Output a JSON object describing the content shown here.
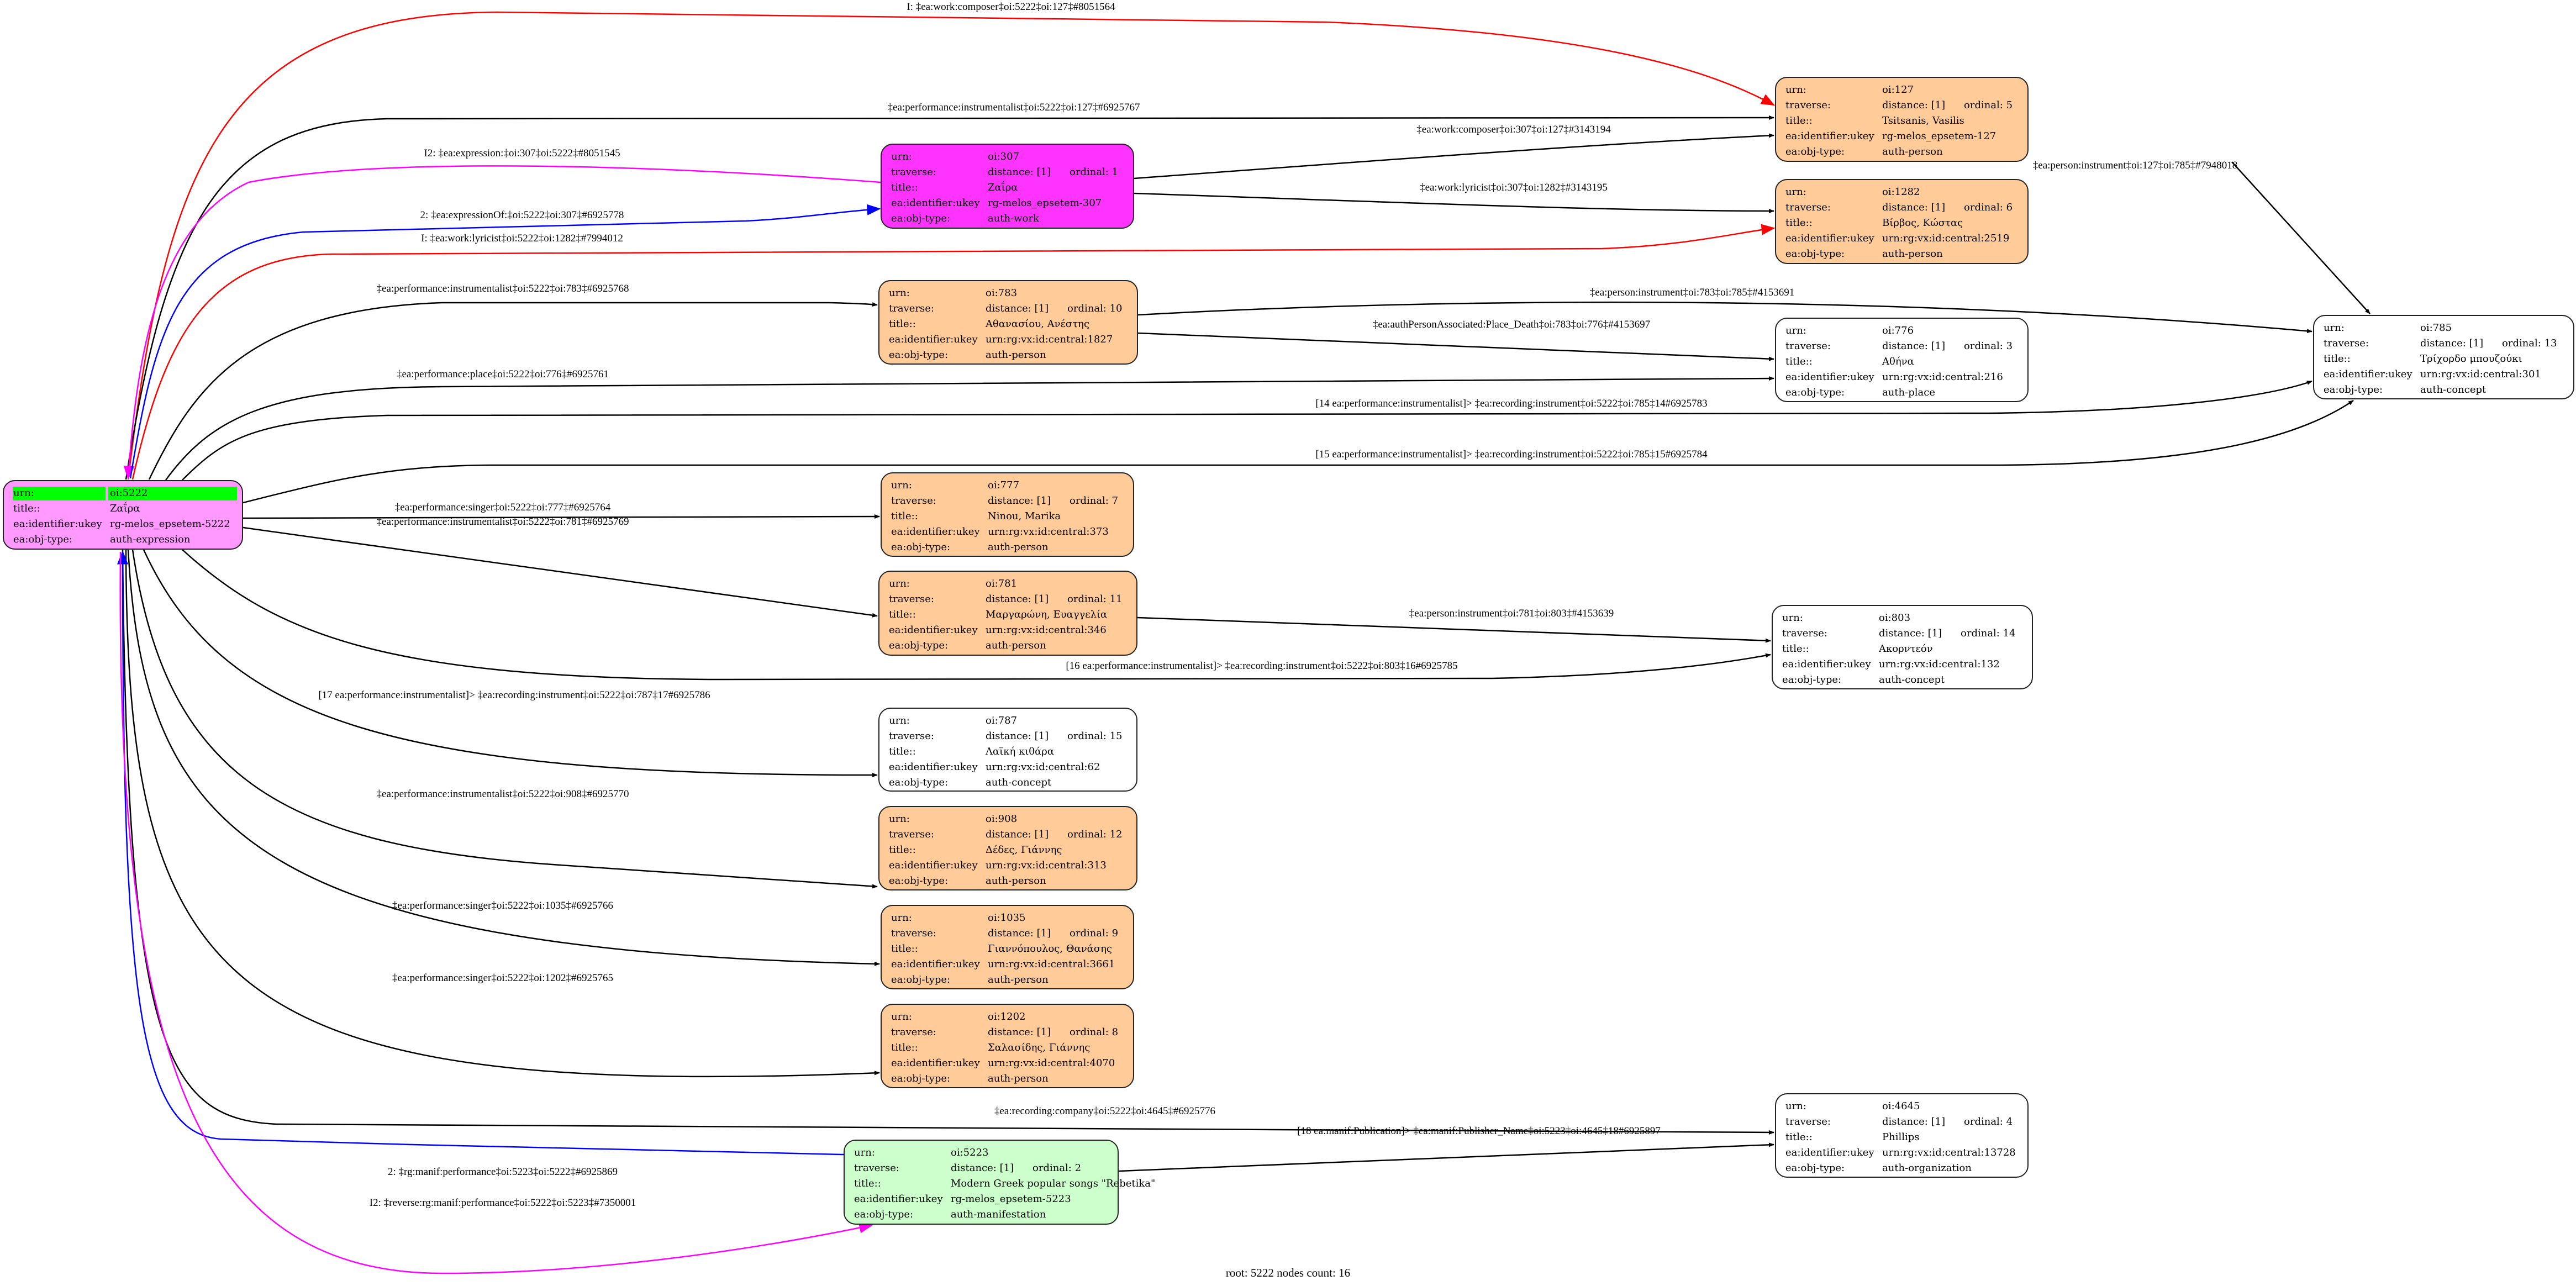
{
  "labels": {
    "urn": "urn:",
    "traverse": "traverse:",
    "title": "title::",
    "ukey": "ea:identifier:ukey",
    "obj_type": "ea:obj-type:"
  },
  "type_colors": {
    "root-expression": "#ff99ff",
    "auth-work": "#ff33ff",
    "auth-person": "#ffcc99",
    "auth-manifestation": "#ccffcc",
    "plain": "#ffffff",
    "root-highlight": "#00ff00"
  },
  "edge_colors": {
    "black": "#000000",
    "red": "#ff0000",
    "blue": "#0000ff",
    "magenta": "#ff00ff"
  },
  "nodes": [
    {
      "urn": "oi:5222",
      "title": "Ζαΐρα",
      "ukey": "rg-melos_epsetem-5222",
      "obj_type": "auth-expression",
      "style": "root-expression",
      "root": true
    },
    {
      "urn": "oi:307",
      "distance": "distance: [1]",
      "ordinal": "ordinal: 1",
      "title": "Ζαΐρα",
      "ukey": "rg-melos_epsetem-307",
      "obj_type": "auth-work",
      "style": "auth-work"
    },
    {
      "urn": "oi:127",
      "distance": "distance: [1]",
      "ordinal": "ordinal: 5",
      "title": "Tsitsanis, Vasilis",
      "ukey": "rg-melos_epsetem-127",
      "obj_type": "auth-person",
      "style": "auth-person"
    },
    {
      "urn": "oi:1282",
      "distance": "distance: [1]",
      "ordinal": "ordinal: 6",
      "title": "Βίρβος, Κώστας",
      "ukey": "urn:rg:vx:id:central:2519",
      "obj_type": "auth-person",
      "style": "auth-person"
    },
    {
      "urn": "oi:783",
      "distance": "distance: [1]",
      "ordinal": "ordinal: 10",
      "title": "Αθανασίου, Ανέστης",
      "ukey": "urn:rg:vx:id:central:1827",
      "obj_type": "auth-person",
      "style": "auth-person"
    },
    {
      "urn": "oi:776",
      "distance": "distance: [1]",
      "ordinal": "ordinal: 3",
      "title": "Αθήνα",
      "ukey": "urn:rg:vx:id:central:216",
      "obj_type": "auth-place",
      "style": "plain"
    },
    {
      "urn": "oi:785",
      "distance": "distance: [1]",
      "ordinal": "ordinal: 13",
      "title": "Τρίχορδο μπουζούκι",
      "ukey": "urn:rg:vx:id:central:301",
      "obj_type": "auth-concept",
      "style": "plain"
    },
    {
      "urn": "oi:777",
      "distance": "distance: [1]",
      "ordinal": "ordinal: 7",
      "title": "Ninou, Marika",
      "ukey": "urn:rg:vx:id:central:373",
      "obj_type": "auth-person",
      "style": "auth-person"
    },
    {
      "urn": "oi:781",
      "distance": "distance: [1]",
      "ordinal": "ordinal: 11",
      "title": "Μαργαρώνη, Ευαγγελία",
      "ukey": "urn:rg:vx:id:central:346",
      "obj_type": "auth-person",
      "style": "auth-person"
    },
    {
      "urn": "oi:803",
      "distance": "distance: [1]",
      "ordinal": "ordinal: 14",
      "title": "Ακορντεόν",
      "ukey": "urn:rg:vx:id:central:132",
      "obj_type": "auth-concept",
      "style": "plain"
    },
    {
      "urn": "oi:787",
      "distance": "distance: [1]",
      "ordinal": "ordinal: 15",
      "title": "Λαϊκή κιθάρα",
      "ukey": "urn:rg:vx:id:central:62",
      "obj_type": "auth-concept",
      "style": "plain"
    },
    {
      "urn": "oi:908",
      "distance": "distance: [1]",
      "ordinal": "ordinal: 12",
      "title": "Δέδες, Γιάννης",
      "ukey": "urn:rg:vx:id:central:313",
      "obj_type": "auth-person",
      "style": "auth-person"
    },
    {
      "urn": "oi:1035",
      "distance": "distance: [1]",
      "ordinal": "ordinal: 9",
      "title": "Γιαννόπουλος, Θανάσης",
      "ukey": "urn:rg:vx:id:central:3661",
      "obj_type": "auth-person",
      "style": "auth-person"
    },
    {
      "urn": "oi:1202",
      "distance": "distance: [1]",
      "ordinal": "ordinal: 8",
      "title": "Σαλασίδης, Γιάννης",
      "ukey": "urn:rg:vx:id:central:4070",
      "obj_type": "auth-person",
      "style": "auth-person"
    },
    {
      "urn": "oi:5223",
      "distance": "distance: [1]",
      "ordinal": "ordinal: 2",
      "title": "Modern Greek popular songs \"Rebetika\"",
      "ukey": "rg-melos_epsetem-5223",
      "obj_type": "auth-manifestation",
      "style": "auth-manifestation"
    },
    {
      "urn": "oi:4645",
      "distance": "distance: [1]",
      "ordinal": "ordinal: 4",
      "title": "Phillips",
      "ukey": "urn:rg:vx:id:central:13728",
      "obj_type": "auth-organization",
      "style": "plain"
    }
  ],
  "edges": [
    {
      "label": "I: ‡ea:work:composer‡oi:5222‡oi:127‡#8051564",
      "color": "red"
    },
    {
      "label": "‡ea:performance:instrumentalist‡oi:5222‡oi:127‡#6925767",
      "color": "black"
    },
    {
      "label": "I2: ‡ea:expression:‡oi:307‡oi:5222‡#8051545",
      "color": "magenta"
    },
    {
      "label": "2: ‡ea:expressionOf:‡oi:5222‡oi:307‡#6925778",
      "color": "blue"
    },
    {
      "label": "‡ea:work:composer‡oi:307‡oi:127‡#3143194",
      "color": "black"
    },
    {
      "label": "‡ea:work:lyricist‡oi:307‡oi:1282‡#3143195",
      "color": "black"
    },
    {
      "label": "I: ‡ea:work:lyricist‡oi:5222‡oi:1282‡#7994012",
      "color": "red"
    },
    {
      "label": "‡ea:person:instrument‡oi:127‡oi:785‡#7948018",
      "color": "black"
    },
    {
      "label": "‡ea:performance:instrumentalist‡oi:5222‡oi:783‡#6925768",
      "color": "black"
    },
    {
      "label": "‡ea:person:instrument‡oi:783‡oi:785‡#4153691",
      "color": "black"
    },
    {
      "label": "‡ea:authPersonAssociated:Place_Death‡oi:783‡oi:776‡#4153697",
      "color": "black"
    },
    {
      "label": "‡ea:performance:place‡oi:5222‡oi:776‡#6925761",
      "color": "black"
    },
    {
      "label": "[14 ea:performance:instrumentalist]> ‡ea:recording:instrument‡oi:5222‡oi:785‡14#6925783",
      "color": "black"
    },
    {
      "label": "[15 ea:performance:instrumentalist]> ‡ea:recording:instrument‡oi:5222‡oi:785‡15#6925784",
      "color": "black"
    },
    {
      "label": "‡ea:performance:singer‡oi:5222‡oi:777‡#6925764",
      "color": "black"
    },
    {
      "label": "‡ea:performance:instrumentalist‡oi:5222‡oi:781‡#6925769",
      "color": "black"
    },
    {
      "label": "‡ea:person:instrument‡oi:781‡oi:803‡#4153639",
      "color": "black"
    },
    {
      "label": "[16 ea:performance:instrumentalist]> ‡ea:recording:instrument‡oi:5222‡oi:803‡16#6925785",
      "color": "black"
    },
    {
      "label": "[17 ea:performance:instrumentalist]> ‡ea:recording:instrument‡oi:5222‡oi:787‡17#6925786",
      "color": "black"
    },
    {
      "label": "‡ea:performance:instrumentalist‡oi:5222‡oi:908‡#6925770",
      "color": "black"
    },
    {
      "label": "‡ea:performance:singer‡oi:5222‡oi:1035‡#6925766",
      "color": "black"
    },
    {
      "label": "‡ea:performance:singer‡oi:5222‡oi:1202‡#6925765",
      "color": "black"
    },
    {
      "label": "‡ea:recording:company‡oi:5222‡oi:4645‡#6925776",
      "color": "black"
    },
    {
      "label": "2: ‡rg:manif:performance‡oi:5223‡oi:5222‡#6925869",
      "color": "blue"
    },
    {
      "label": "I2: ‡reverse:rg:manif:performance‡oi:5222‡oi:5223‡#7350001",
      "color": "magenta"
    },
    {
      "label": "[18 ea:manif:Publication]> ‡ea:manif:Publisher_Name‡oi:5223‡oi:4645‡18#6925897",
      "color": "black"
    }
  ],
  "footer": "root: 5222 nodes count: 16"
}
